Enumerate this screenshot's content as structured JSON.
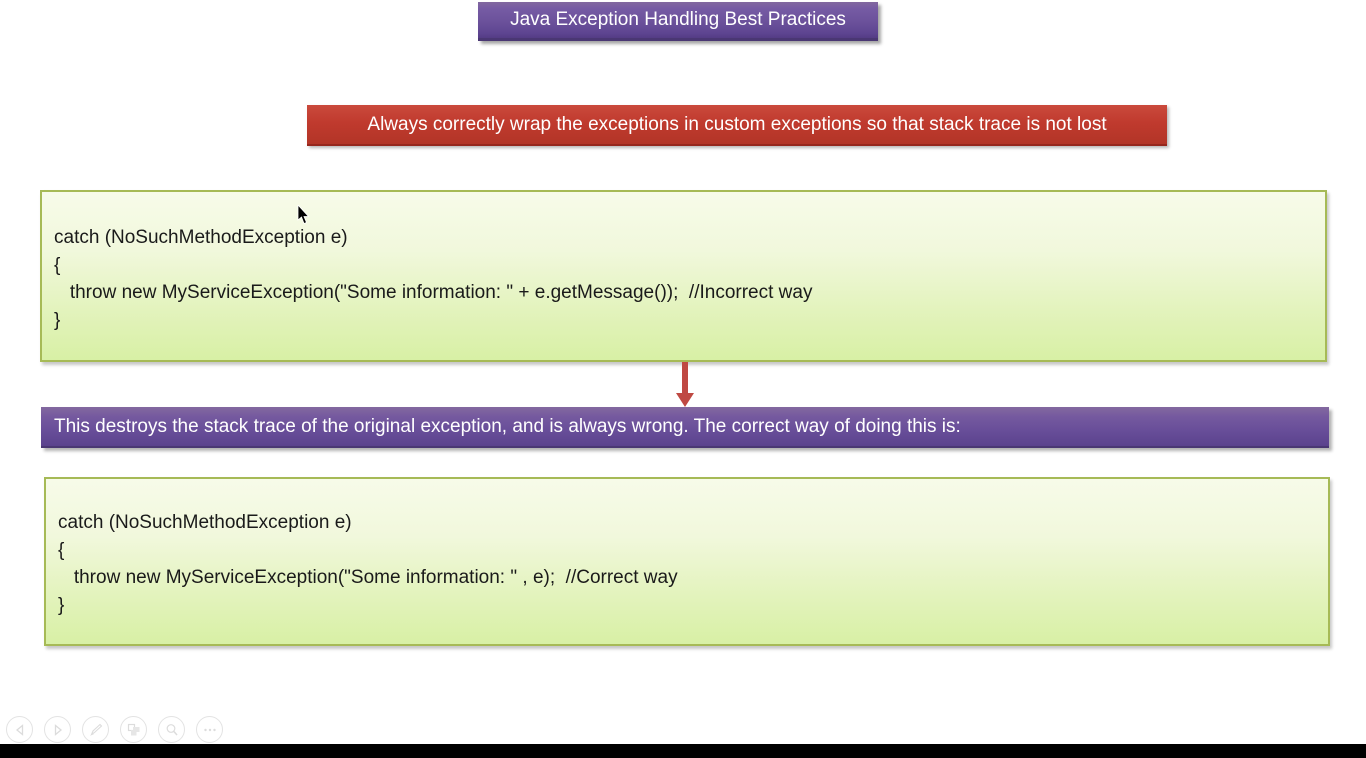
{
  "slide": {
    "title": "Java Exception Handling Best Practices",
    "warning_banner": "Always correctly wrap the exceptions in custom exceptions so that stack trace is not lost",
    "explanation_banner": "This destroys the stack trace of the original exception, and is always wrong. The correct way of doing this is:",
    "code_box_incorrect": {
      "lines": [
        "catch (NoSuchMethodException e)",
        "{",
        "   throw new MyServiceException(\"Some information: \" + e.getMessage());  //Incorrect way",
        "}"
      ]
    },
    "code_box_correct": {
      "lines": [
        "catch (NoSuchMethodException e)",
        "{",
        "   throw new MyServiceException(\"Some information: \" , e);  //Correct way",
        "}"
      ]
    }
  },
  "nav": {
    "buttons": [
      {
        "name": "previous-slide",
        "icon": "left-arrow-icon"
      },
      {
        "name": "next-slide",
        "icon": "right-arrow-icon"
      },
      {
        "name": "annotate-pen",
        "icon": "pen-icon"
      },
      {
        "name": "see-all-slides",
        "icon": "slide-sorter-icon"
      },
      {
        "name": "zoom",
        "icon": "magnifier-icon"
      },
      {
        "name": "more-options",
        "icon": "ellipsis-icon"
      }
    ]
  },
  "colors": {
    "banner_purple": "#6b519b",
    "banner_red": "#c03a2e",
    "code_box_border": "#a6ba56",
    "code_box_background": "#e8f5c8",
    "arrow_red": "#bf4943",
    "nav_icon_gray": "#dcdcdc",
    "bottom_bar_black": "#000000"
  }
}
